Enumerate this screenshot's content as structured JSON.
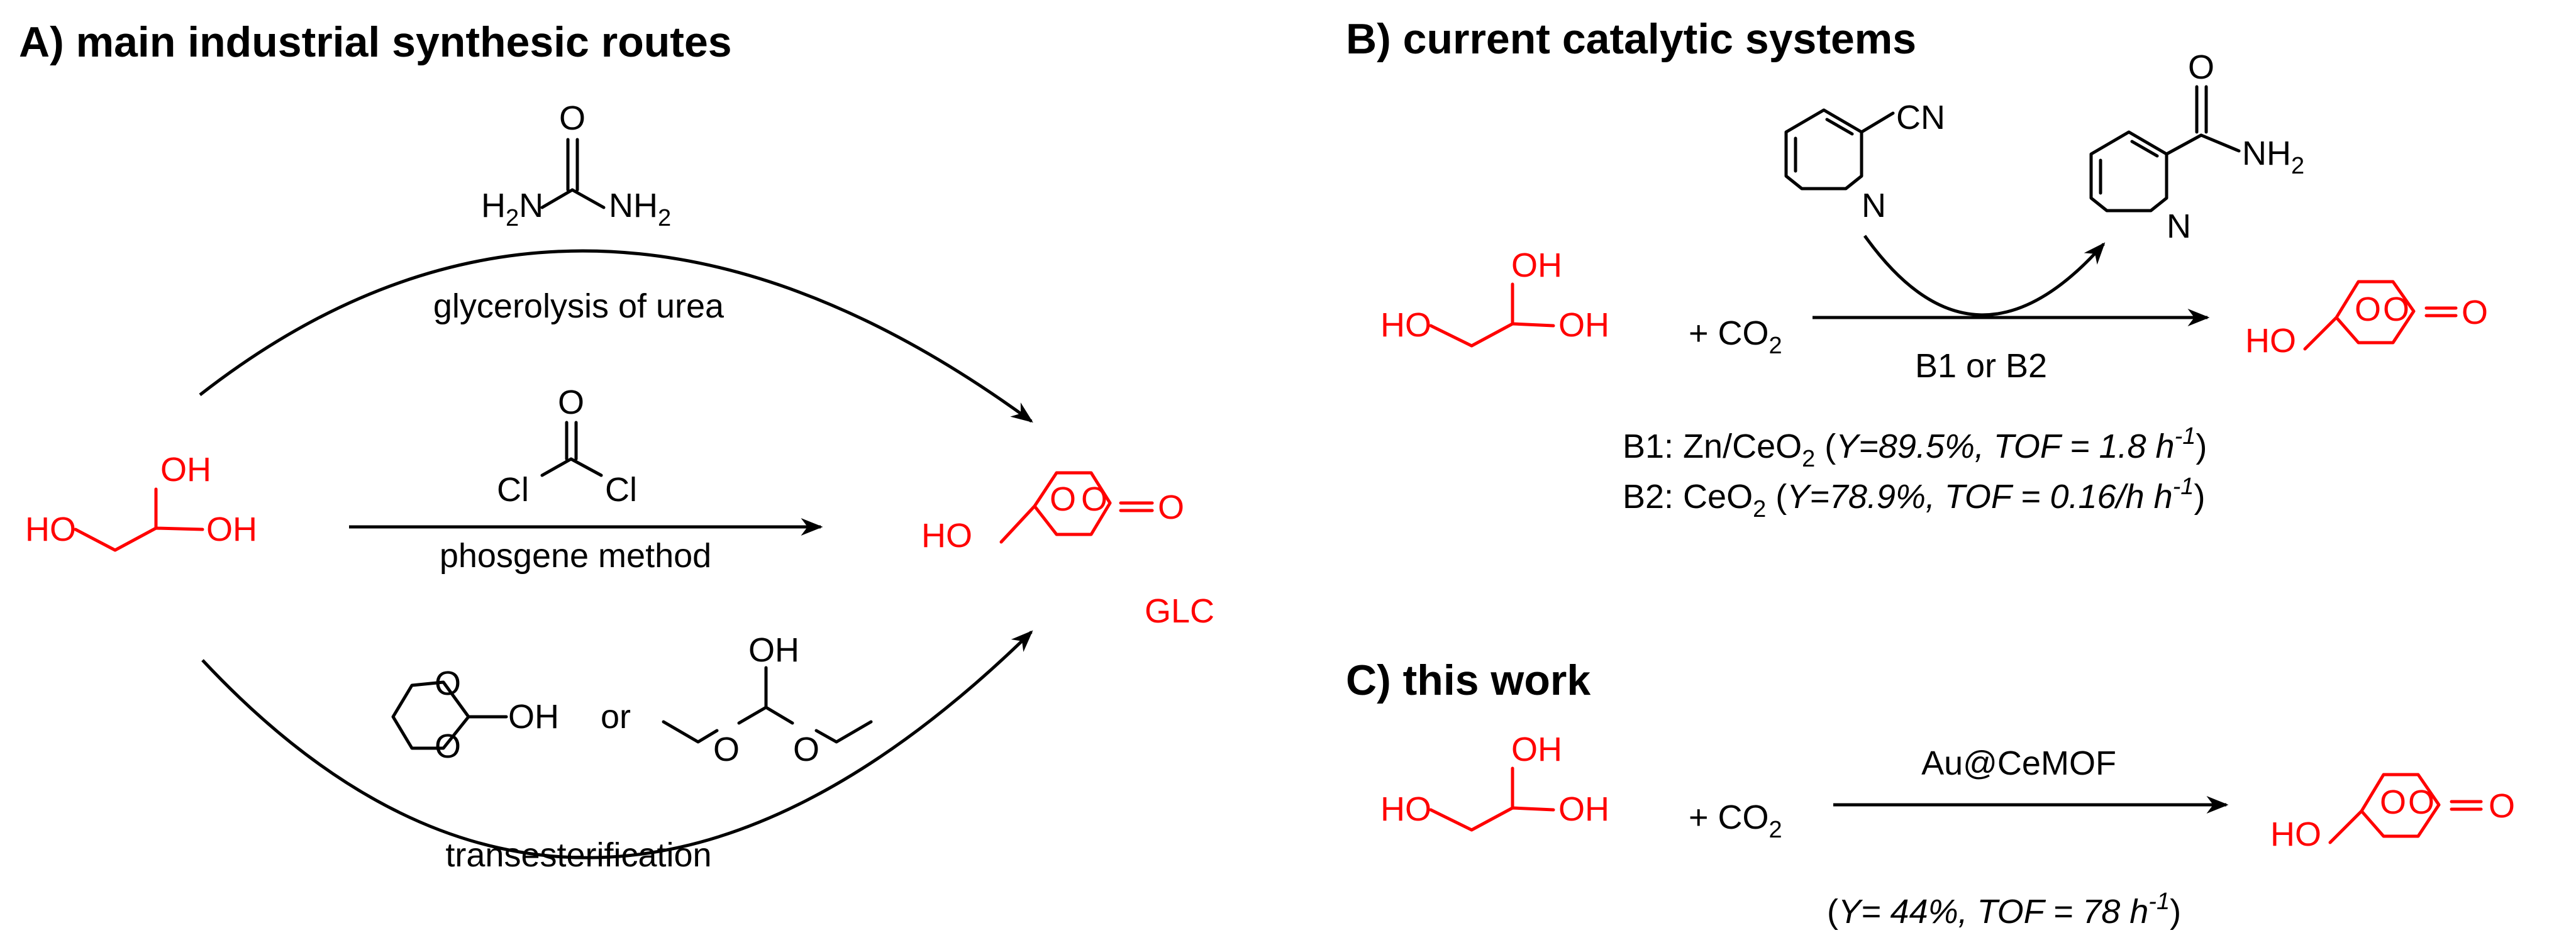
{
  "colors": {
    "reactant_product": "#ff0000",
    "default": "#000000"
  },
  "section_a": {
    "title": "A) main industrial synthesic routes",
    "route_urea_label": "glycerolysis of urea",
    "route_phosgene_label": "phosgene method",
    "route_transester_label": "transesterification",
    "or_label": "or",
    "product_label": "GLC",
    "urea": {
      "o": "O",
      "left": "H",
      "left_n": "N",
      "right_n": "NH",
      "sub2": "2"
    },
    "phosgene": {
      "o": "O",
      "cl_left": "Cl",
      "cl_right": "Cl"
    }
  },
  "section_b": {
    "title": "B) current catalytic systems",
    "co2_plus": "+ CO",
    "co2_sub": "2",
    "catalyst_label": "B1 or B2",
    "cn": "CN",
    "n": "N",
    "nh2": "NH",
    "nh2_sub": "2",
    "o": "O",
    "b1": {
      "prefix": "B1: Zn/CeO",
      "sub": "2",
      "open": " (",
      "italic": "Y=89.5%, TOF = 1.8 h",
      "sup": "-1",
      "close": ")"
    },
    "b2": {
      "prefix": "B2: CeO",
      "sub": "2",
      "open": " (",
      "italic": "Y=78.9%, TOF = 0.16/h h",
      "sup": "-1",
      "close": ")"
    }
  },
  "section_c": {
    "title": "C) this work",
    "co2_plus": "+ CO",
    "co2_sub": "2",
    "catalyst_label": "Au@CeMOF",
    "result": {
      "open": "(",
      "italic": "Y= 44%, TOF = 78 h",
      "sup": "-1",
      "close": ")"
    }
  },
  "atoms": {
    "ho": "HO",
    "oh": "OH",
    "o": "O"
  }
}
